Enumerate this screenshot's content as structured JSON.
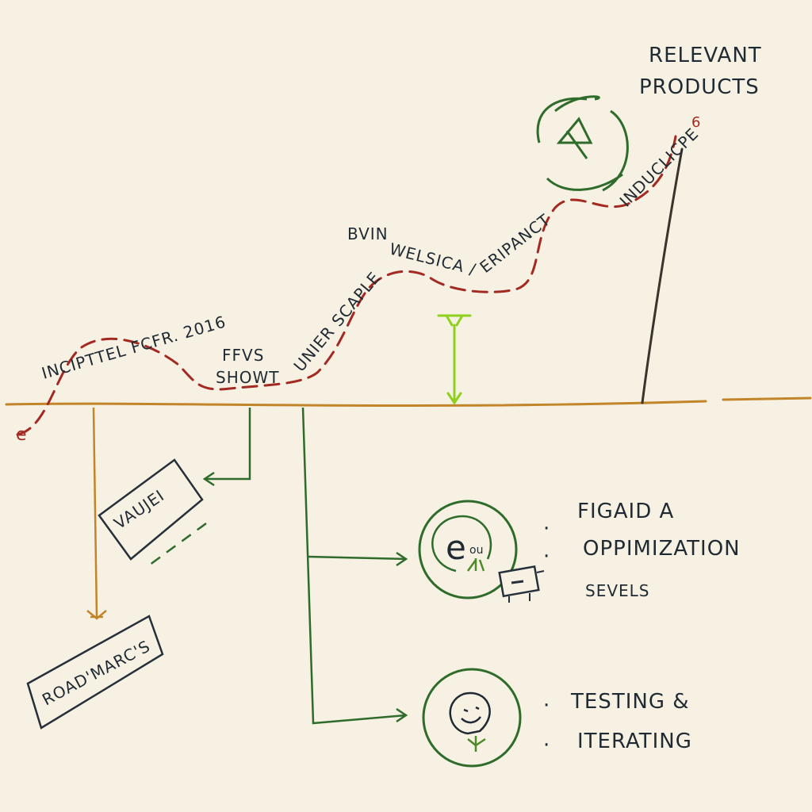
{
  "colors": {
    "paper": "#f6f1e3",
    "path_red": "#a32a22",
    "baseline": "#c2852a",
    "branch_green": "#2f6b2a",
    "lime": "#8fd01c",
    "ink": "#1f2a33"
  },
  "header": {
    "line1": "RELEVANT",
    "line2": "PRODUCTS"
  },
  "path_labels": {
    "l1": "INCIPTTEL FCFR. 2016",
    "l2a": "FFVS",
    "l2b": "SHOWT",
    "l3": "UNIER SCAPLE",
    "l4a": "BVIN",
    "l4b": "WELSICA /",
    "l5": "ERIPANCT",
    "l6": "INDUCLICPE"
  },
  "branches": {
    "value_box": "VAUJEI",
    "roadmap_box": "ROAD'MARC'S",
    "circle1_glyph": "e",
    "circle1_small": "ou",
    "item1_line1": "FIGAID A",
    "item1_line2": "OPPIMIZATION",
    "item1_line3": "SEVELS",
    "item2_line1": "TESTING &",
    "item2_line2": "ITERATING",
    "bullet": "·"
  },
  "icons": [
    "recycle-icon",
    "leaf-icon",
    "plant-icon",
    "face-icon"
  ]
}
